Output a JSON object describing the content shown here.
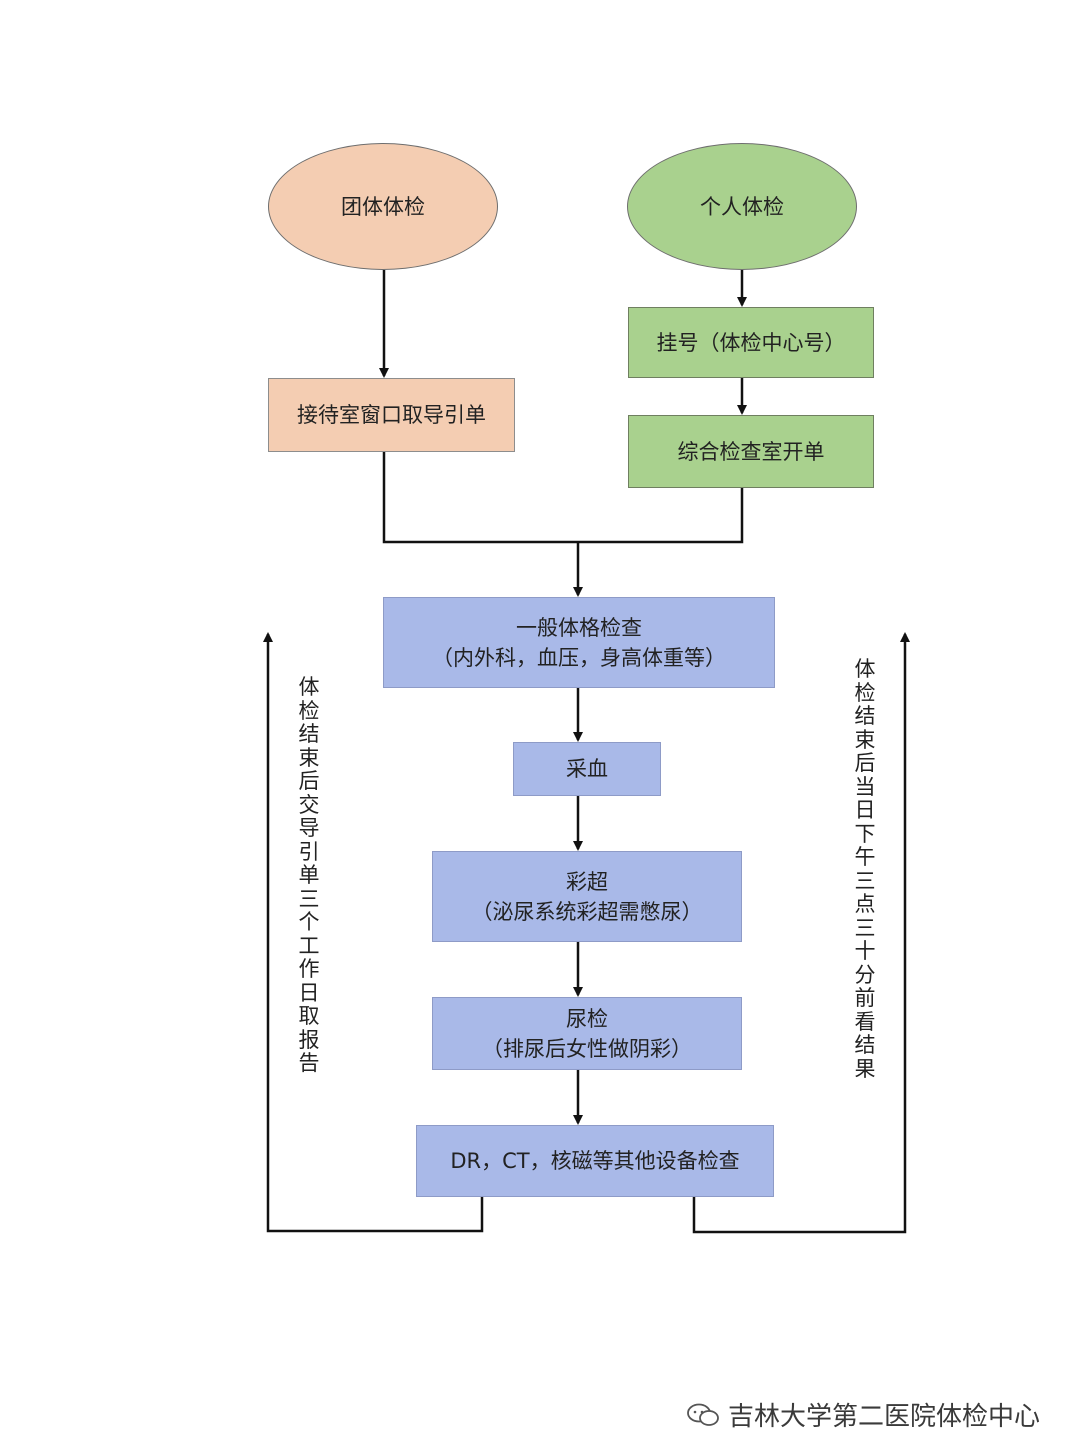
{
  "diagram": {
    "group_exam": "团体体检",
    "individual_exam": "个人体检",
    "reception_window": "接待室窗口取导引单",
    "registration": "挂号（体检中心号）",
    "comprehensive_room": "综合检查室开单",
    "general_exam_line1": "一般体格检查",
    "general_exam_line2": "（内外科，血压，身高体重等）",
    "blood_draw": "采血",
    "ultrasound_line1": "彩超",
    "ultrasound_line2": "（泌尿系统彩超需憋尿）",
    "urine_line1": "尿检",
    "urine_line2": "（排尿后女性做阴彩）",
    "imaging": "DR，CT，核磁等其他设备检查",
    "left_note": "体检结束后交导引单三个工作日取报告",
    "right_note": "体检结束后当日下午三点三十分前看结果"
  },
  "watermark": "吉林大学第二医院体检中心",
  "watermark_icon": "wechat-icon",
  "colors": {
    "group": "#f4cdb2",
    "individual": "#a9d18e",
    "process": "#a9b9e8",
    "line": "#111111"
  }
}
